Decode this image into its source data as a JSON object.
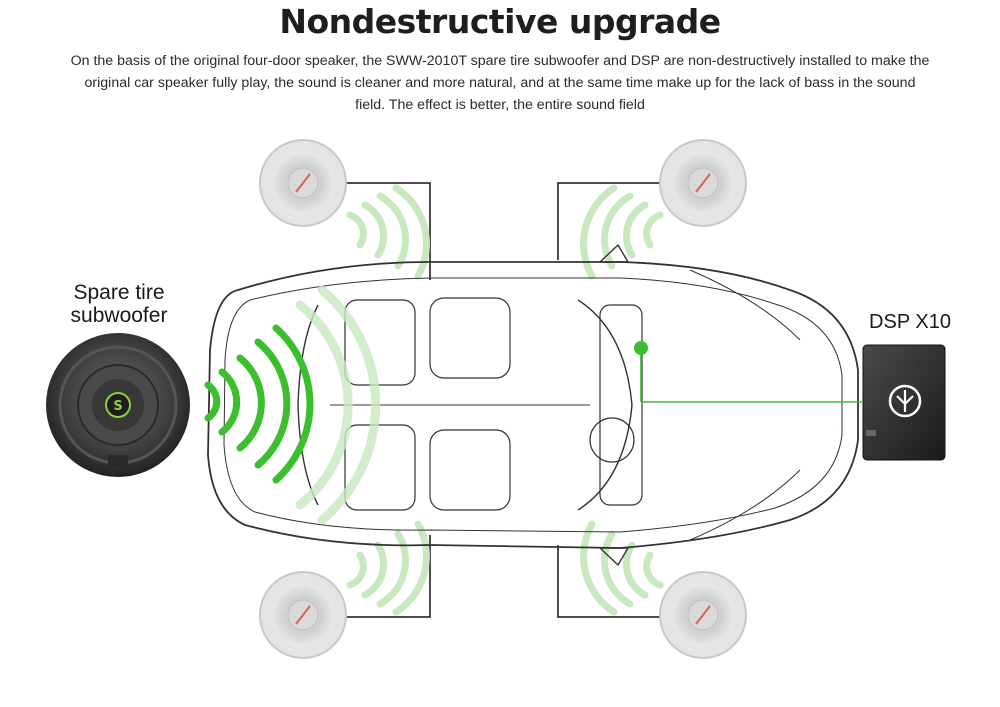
{
  "title": "Nondestructive upgrade",
  "description": "On the basis of the original four-door speaker, the SWW-2010T spare tire subwoofer and DSP are non-destructively installed to make the original car speaker fully play, the sound is cleaner and more natural, and at the same time make up for the lack of bass in the sound field. The effect is better, the entire sound field",
  "labels": {
    "subwoofer_line1": "Spare tire",
    "subwoofer_line2": "subwoofer",
    "dsp": "DSP X10"
  },
  "colors": {
    "accent_green": "#3cbf2f",
    "wave_light": "#c8e9bf",
    "connector_line": "#111111",
    "car_outline": "#333333"
  },
  "icons": {
    "subwoofer_logo": "s-circle-logo-icon",
    "dsp_logo": "dsp-brand-logo-icon"
  }
}
